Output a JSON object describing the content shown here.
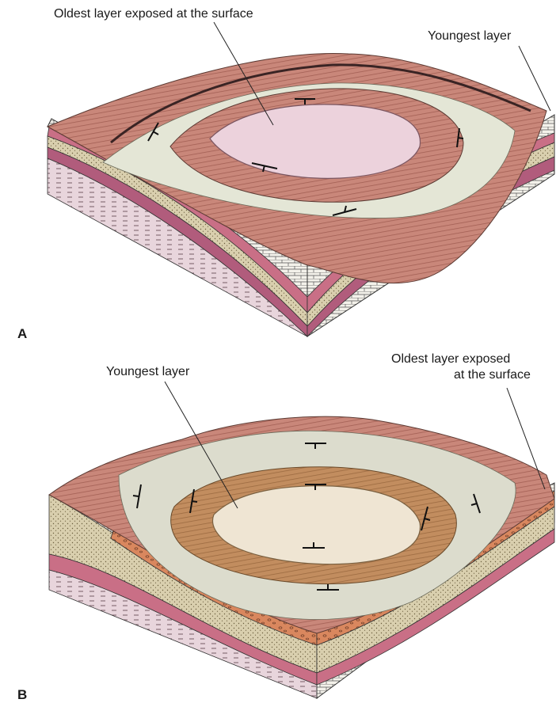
{
  "panel_a": {
    "letter": "A",
    "label_center": "Oldest layer exposed at the surface",
    "label_edge": "Youngest layer"
  },
  "panel_b": {
    "letter": "B",
    "label_center": "Youngest layer",
    "label_edge_line1": "Oldest layer exposed",
    "label_edge_line2": "at the surface"
  }
}
